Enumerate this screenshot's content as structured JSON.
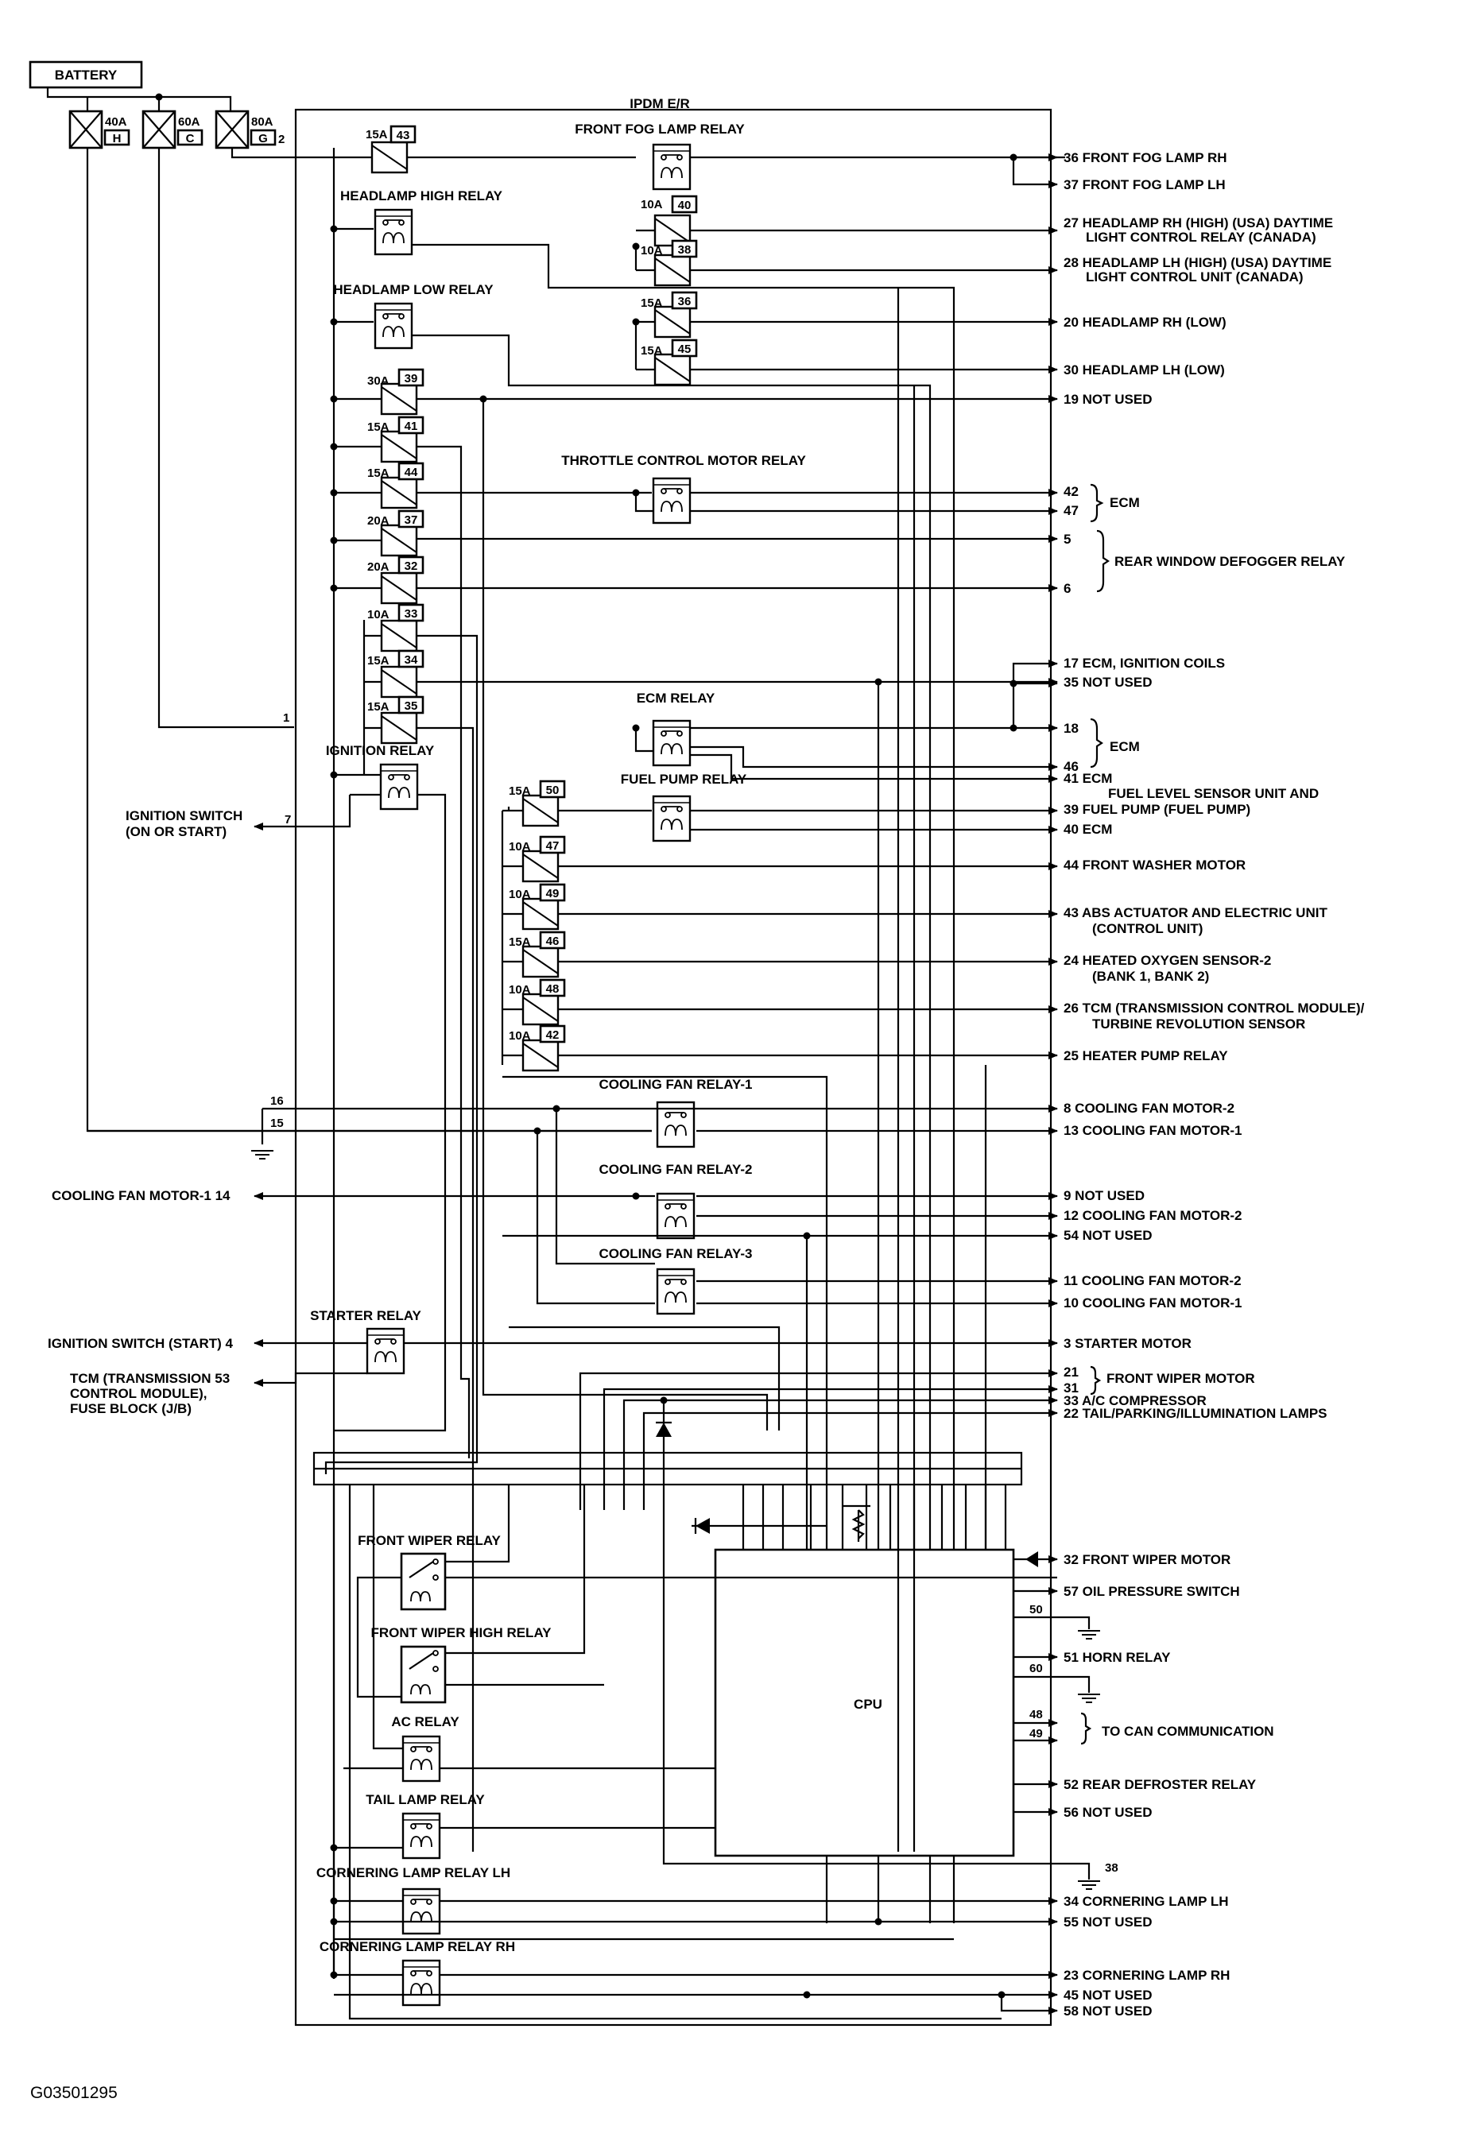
{
  "header": {
    "battery": "BATTERY",
    "module_title": "IPDM E/R",
    "cpu": "CPU",
    "footer_code": "G03501295"
  },
  "battery_fuses": [
    {
      "amps": "40A",
      "code": "H",
      "pin": ""
    },
    {
      "amps": "60A",
      "code": "C",
      "pin": ""
    },
    {
      "amps": "80A",
      "code": "G",
      "pin": "2"
    }
  ],
  "relays": {
    "front_fog": "FRONT FOG LAMP RELAY",
    "headlamp_high": "HEADLAMP HIGH RELAY",
    "headlamp_low": "HEADLAMP LOW RELAY",
    "throttle": "THROTTLE CONTROL MOTOR RELAY",
    "ecm": "ECM RELAY",
    "ignition": "IGNITION RELAY",
    "fuel_pump": "FUEL PUMP RELAY",
    "cooling_fan_1": "COOLING FAN RELAY-1",
    "cooling_fan_2": "COOLING FAN RELAY-2",
    "cooling_fan_3": "COOLING FAN RELAY-3",
    "starter": "STARTER RELAY",
    "front_wiper": "FRONT WIPER RELAY",
    "front_wiper_high": "FRONT WIPER HIGH RELAY",
    "ac": "AC RELAY",
    "tail_lamp": "TAIL LAMP RELAY",
    "cornering_lh": "CORNERING LAMP RELAY LH",
    "cornering_rh": "CORNERING LAMP RELAY RH"
  },
  "fuses": [
    {
      "amps": "15A",
      "num": "43"
    },
    {
      "amps": "10A",
      "num": "40"
    },
    {
      "amps": "10A",
      "num": "38"
    },
    {
      "amps": "15A",
      "num": "36"
    },
    {
      "amps": "15A",
      "num": "45"
    },
    {
      "amps": "30A",
      "num": "39"
    },
    {
      "amps": "15A",
      "num": "41"
    },
    {
      "amps": "15A",
      "num": "44"
    },
    {
      "amps": "20A",
      "num": "37"
    },
    {
      "amps": "20A",
      "num": "32"
    },
    {
      "amps": "10A",
      "num": "33"
    },
    {
      "amps": "15A",
      "num": "34"
    },
    {
      "amps": "15A",
      "num": "35"
    },
    {
      "amps": "15A",
      "num": "50"
    },
    {
      "amps": "10A",
      "num": "47"
    },
    {
      "amps": "10A",
      "num": "49"
    },
    {
      "amps": "15A",
      "num": "46"
    },
    {
      "amps": "10A",
      "num": "48"
    },
    {
      "amps": "10A",
      "num": "42"
    }
  ],
  "left_terminals": {
    "pin_1": "1",
    "ign_pin": "7",
    "ign_line1": "IGNITION SWITCH",
    "ign_line2": "(ON OR START)",
    "pin_16": "16",
    "pin_15": "15",
    "cooling_fan_motor_1": "COOLING FAN MOTOR-1 14",
    "ign_start": "IGNITION SWITCH (START) 4",
    "tcm_line1": "TCM (TRANSMISSION 53",
    "tcm_line2": "CONTROL MODULE),",
    "tcm_line3": "FUSE BLOCK (J/B)"
  },
  "right_terminals": [
    {
      "label": "36 FRONT FOG LAMP RH"
    },
    {
      "label": "37 FRONT FOG LAMP LH"
    },
    {
      "label": "27 HEADLAMP RH (HIGH) (USA) DAYTIME",
      "label2": "LIGHT CONTROL RELAY (CANADA)"
    },
    {
      "label": "28 HEADLAMP LH (HIGH) (USA) DAYTIME",
      "label2": "LIGHT CONTROL UNIT (CANADA)"
    },
    {
      "label": "20 HEADLAMP RH (LOW)"
    },
    {
      "label": "30 HEADLAMP LH (LOW)"
    },
    {
      "label": "19 NOT USED"
    },
    {
      "label": "42"
    },
    {
      "label": "47"
    },
    {
      "label": "5"
    },
    {
      "label": "6"
    },
    {
      "label": "17 ECM, IGNITION COILS"
    },
    {
      "label": "35 NOT USED"
    },
    {
      "label": "18"
    },
    {
      "label": "46"
    },
    {
      "label": "41 ECM"
    },
    {
      "label": "FUEL LEVEL SENSOR UNIT AND"
    },
    {
      "label": "39 FUEL PUMP (FUEL PUMP)"
    },
    {
      "label": "40 ECM"
    },
    {
      "label": "44 FRONT WASHER MOTOR"
    },
    {
      "label": "43 ABS ACTUATOR AND ELECTRIC UNIT",
      "label2": "(CONTROL UNIT)"
    },
    {
      "label": "24 HEATED OXYGEN SENSOR-2",
      "label2": "(BANK 1, BANK 2)"
    },
    {
      "label": "26 TCM (TRANSMISSION CONTROL MODULE)/",
      "label2": "TURBINE REVOLUTION SENSOR"
    },
    {
      "label": "25 HEATER PUMP RELAY"
    },
    {
      "label": "8  COOLING FAN MOTOR-2"
    },
    {
      "label": "13 COOLING FAN MOTOR-1"
    },
    {
      "label": "9  NOT USED"
    },
    {
      "label": "12 COOLING FAN MOTOR-2"
    },
    {
      "label": "54 NOT USED"
    },
    {
      "label": "11 COOLING FAN MOTOR-2"
    },
    {
      "label": "10 COOLING FAN MOTOR-1"
    },
    {
      "label": "3 STARTER MOTOR"
    },
    {
      "label": "21"
    },
    {
      "label": "31"
    },
    {
      "label": "33 A/C COMPRESSOR"
    },
    {
      "label": "22 TAIL/PARKING/ILLUMINATION LAMPS"
    },
    {
      "label": "32 FRONT WIPER MOTOR"
    },
    {
      "label": "57 OIL PRESSURE SWITCH"
    },
    {
      "label": "51 HORN RELAY"
    },
    {
      "label": "52 REAR DEFROSTER RELAY"
    },
    {
      "label": "56 NOT USED"
    },
    {
      "label": "34 CORNERING LAMP LH"
    },
    {
      "label": "55 NOT USED"
    },
    {
      "label": "23 CORNERING LAMP RH"
    },
    {
      "label": "45 NOT USED"
    },
    {
      "label": "58 NOT USED"
    }
  ],
  "groups": {
    "ecm_a": "ECM",
    "rear_defog": "REAR WINDOW DEFOGGER RELAY",
    "ecm_b": "ECM",
    "front_wiper_motor": "FRONT WIPER MOTOR",
    "can": "TO CAN COMMUNICATION"
  },
  "cpu_pins": {
    "p50": "50",
    "p60": "60",
    "p48": "48",
    "p49": "49",
    "p38": "38"
  }
}
